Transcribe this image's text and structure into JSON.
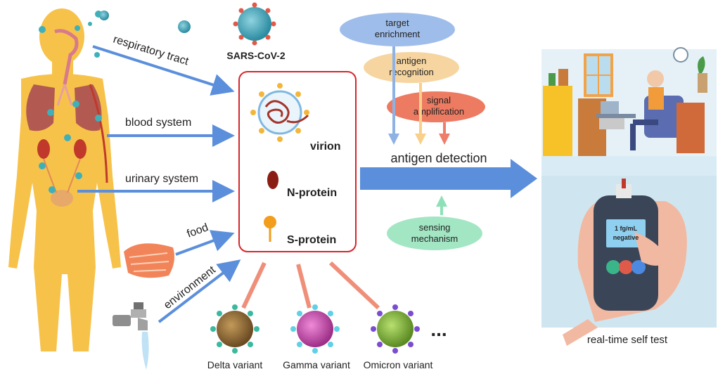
{
  "virus_label": "SARS-CoV-2",
  "routes": {
    "respiratory": "respiratory tract",
    "blood": "blood system",
    "urinary": "urinary system",
    "food": "food",
    "environment": "environment"
  },
  "targets": {
    "virion": "virion",
    "n_protein": "N-protein",
    "s_protein": "S-protein"
  },
  "variants": [
    "Delta variant",
    "Gamma variant",
    "Omicron variant"
  ],
  "ellipsis": "...",
  "process": {
    "enrichment_l1": "target",
    "enrichment_l2": "enrichment",
    "recognition_l1": "antigen",
    "recognition_l2": "recognition",
    "amplification_l1": "signal",
    "amplification_l2": "amplification",
    "detection": "antigen detection",
    "sensing_l1": "sensing",
    "sensing_l2": "mechanism"
  },
  "device": {
    "reading_l1": "1 fg/mL",
    "reading_l2": "negative"
  },
  "caption": "real-time self test",
  "colors": {
    "body": "#f7c24a",
    "arrow": "#5b8fdb",
    "box_border": "#d9242a",
    "variant_arrow": "#ef8f7a",
    "enrichment": "#8fb2e4",
    "recognition": "#f8d08a",
    "amplification": "#ee7d6b",
    "sensing": "#8fe0b7",
    "ellipse_enrichment": "#9fbdea",
    "ellipse_recognition": "#f6d5a0",
    "ellipse_amplification": "#ec7b62",
    "ellipse_sensing": "#a3e6c4"
  }
}
